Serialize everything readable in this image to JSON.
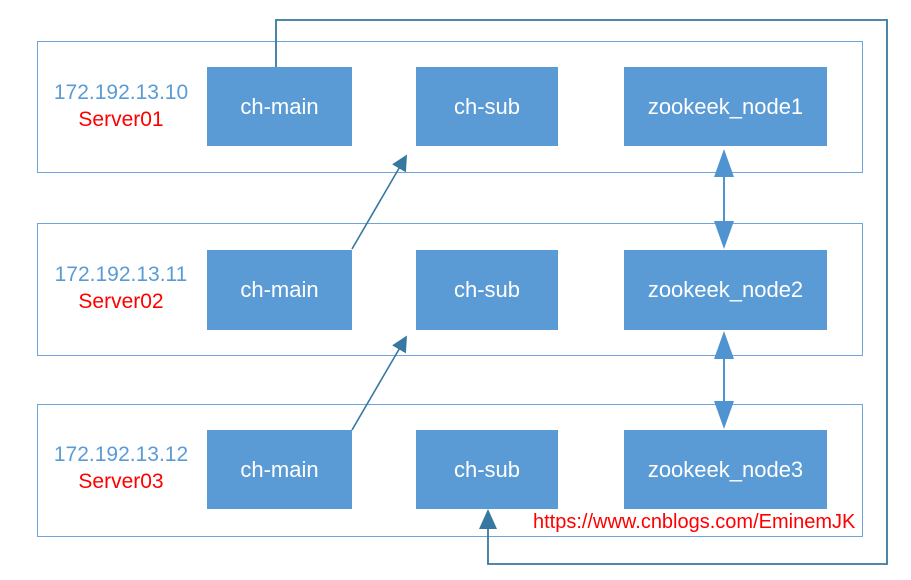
{
  "diagram": {
    "servers": [
      {
        "ip": "172.192.13.10",
        "name": "Server01",
        "nodes": [
          {
            "label": "ch-main"
          },
          {
            "label": "ch-sub"
          },
          {
            "label": "zookeek_node1"
          }
        ]
      },
      {
        "ip": "172.192.13.11",
        "name": "Server02",
        "nodes": [
          {
            "label": "ch-main"
          },
          {
            "label": "ch-sub"
          },
          {
            "label": "zookeek_node2"
          }
        ]
      },
      {
        "ip": "172.192.13.12",
        "name": "Server03",
        "nodes": [
          {
            "label": "ch-main"
          },
          {
            "label": "ch-sub"
          },
          {
            "label": "zookeek_node3"
          }
        ]
      }
    ],
    "connections": [
      {
        "from": "server01.ch-main",
        "to": "server03.ch-sub",
        "type": "routed-arrow"
      },
      {
        "from": "server02.ch-main",
        "to": "server01.ch-sub",
        "type": "arrow"
      },
      {
        "from": "server03.ch-main",
        "to": "server02.ch-sub",
        "type": "arrow"
      },
      {
        "from": "zookeek_node1",
        "to": "zookeek_node2",
        "type": "double-arrow"
      },
      {
        "from": "zookeek_node2",
        "to": "zookeek_node3",
        "type": "double-arrow"
      }
    ],
    "watermark": "https://www.cnblogs.com/EminemJK",
    "colors": {
      "node_fill": "#5b9bd5",
      "node_text": "#ffffff",
      "server_border": "#6ea5dd",
      "ip_text": "#5b9bd5",
      "server_name_text": "#ff0000",
      "watermark_text": "#ff0000",
      "connector": "#36789f",
      "zk_arrow": "#4f94d0"
    }
  }
}
